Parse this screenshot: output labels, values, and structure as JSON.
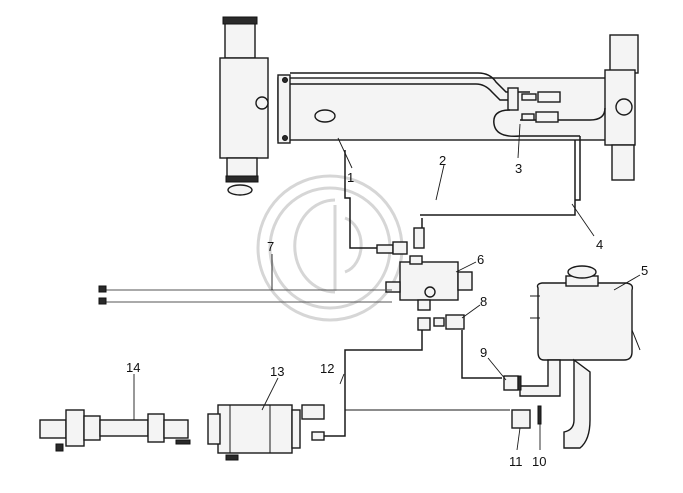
{
  "callouts": [
    {
      "id": "1",
      "text": "1"
    },
    {
      "id": "2",
      "text": "2"
    },
    {
      "id": "3",
      "text": "3"
    },
    {
      "id": "4",
      "text": "4"
    },
    {
      "id": "5",
      "text": "5"
    },
    {
      "id": "6",
      "text": "6"
    },
    {
      "id": "7",
      "text": "7"
    },
    {
      "id": "8",
      "text": "8"
    },
    {
      "id": "9",
      "text": "9"
    },
    {
      "id": "10",
      "text": "10"
    },
    {
      "id": "11",
      "text": "11"
    },
    {
      "id": "12",
      "text": "12"
    },
    {
      "id": "13",
      "text": "13"
    },
    {
      "id": "14",
      "text": "14"
    }
  ],
  "colors": {
    "line": "#1a1a1a",
    "watermark": "#d6d6d6",
    "background": "#ffffff"
  }
}
